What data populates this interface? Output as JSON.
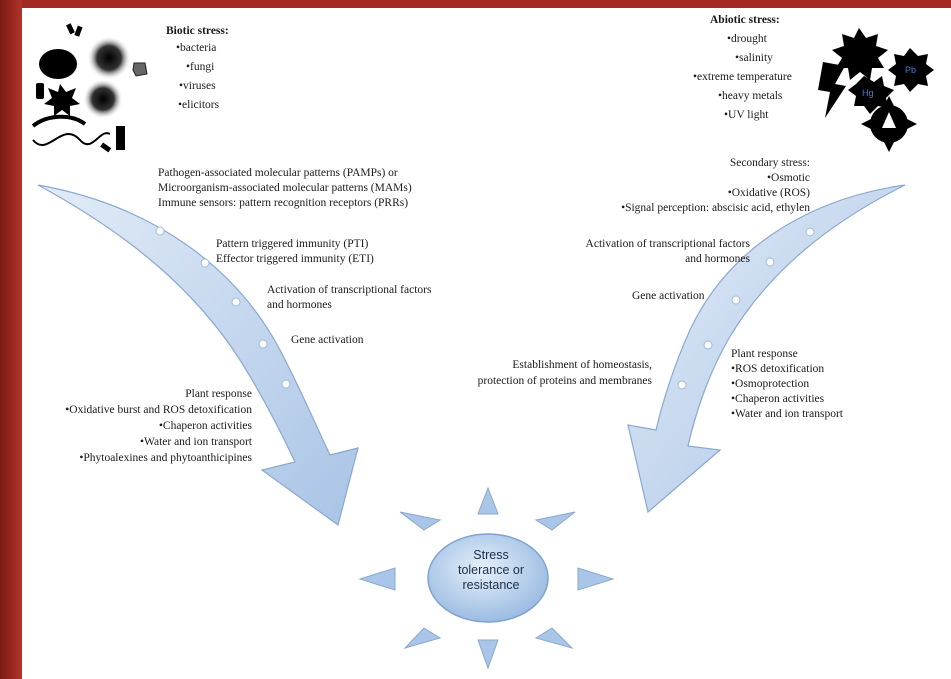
{
  "biotic": {
    "title": "Biotic stress:",
    "items": [
      "•bacteria",
      "•fungi",
      "•viruses",
      "•elicitors"
    ]
  },
  "abiotic": {
    "title": "Abiotic stress:",
    "items": [
      "•drought",
      "•salinity",
      "•extreme temperature",
      "•heavy metals",
      "•UV light"
    ]
  },
  "left_path": {
    "pamps": [
      "Pathogen-associated molecular patterns (PAMPs) or",
      "Microorganism-associated molecular patterns (MAMs)",
      "Immune sensors: pattern recognition receptors (PRRs)"
    ],
    "immunity": [
      "Pattern triggered immunity (PTI)",
      "Effector triggered immunity (ETI)"
    ],
    "transcription": [
      "Activation of transcriptional factors",
      "and hormones"
    ],
    "gene": "Gene activation",
    "response": [
      "Plant response",
      "•Oxidative burst and ROS detoxification",
      "•Chaperon activities",
      "•Water and ion transport",
      "•Phytoalexines and phytoanthicipines"
    ]
  },
  "right_path": {
    "secondary": [
      "Secondary stress:",
      "•Osmotic",
      "•Oxidative (ROS)",
      "•Signal perception: abscisic acid, ethylen"
    ],
    "transcription": [
      "Activation of transcriptional factors",
      "and hormones"
    ],
    "gene": "Gene activation",
    "homeostasis": [
      "Establishment of homeostasis,",
      "protection of proteins and membranes"
    ],
    "response": [
      "Plant response",
      "•ROS detoxification",
      "•Osmoprotection",
      "•Chaperon activities",
      "•Water and ion transport"
    ]
  },
  "center": {
    "label_lines": [
      "Stress",
      "tolerance or",
      "resistance"
    ]
  },
  "icons": {
    "metal_labels": [
      "Hg",
      "Pb"
    ]
  },
  "colors": {
    "arrow_fill": "#c9d9ee",
    "arrow_edge": "#8aa8cf",
    "ray_fill": "#a9c6e8",
    "sun_core": "#b7d2f0",
    "frame": "#a32a22"
  }
}
